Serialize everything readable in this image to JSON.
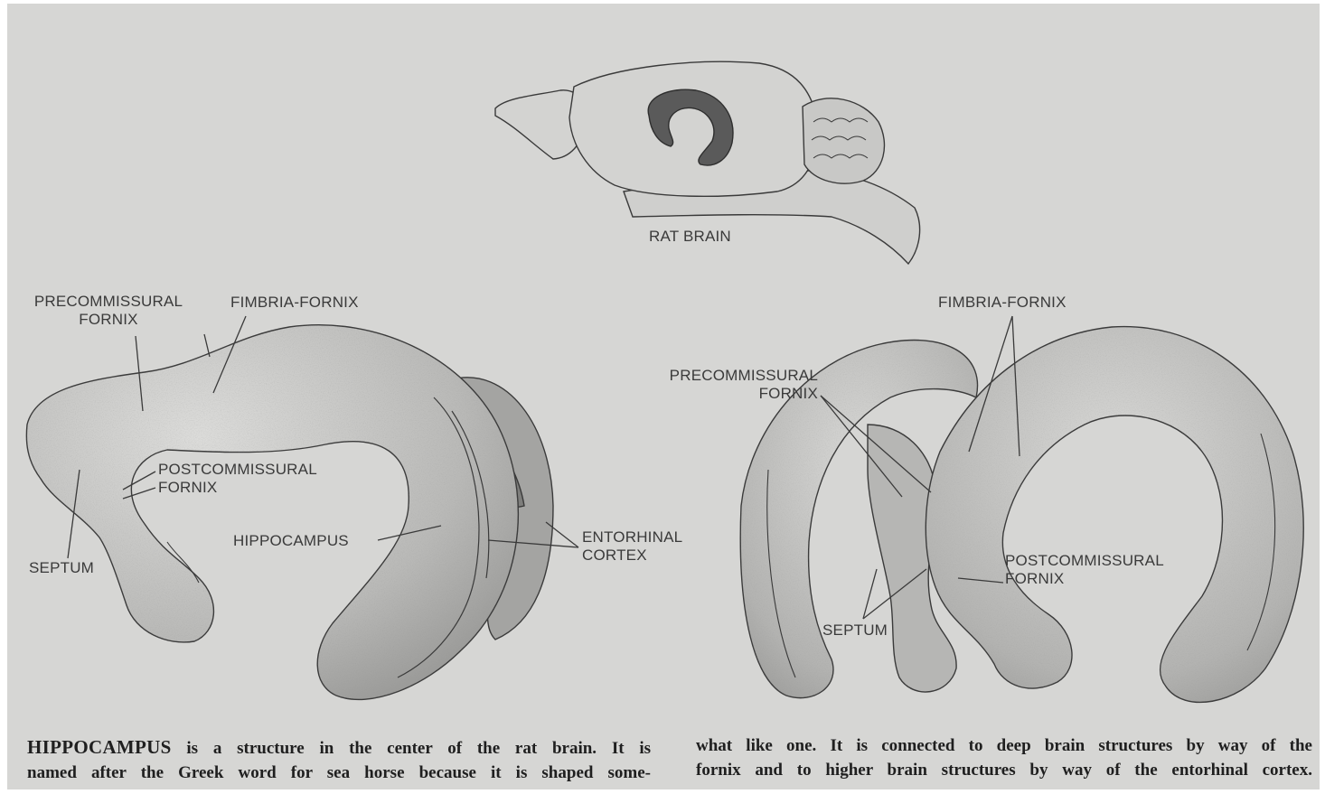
{
  "colors": {
    "paper": "#d6d6d4",
    "ink": "#3a3a3a",
    "shading": "#6d6d6d",
    "hippocampus_fill": "#5a5a5a"
  },
  "labels": {
    "rat_brain": "RAT BRAIN",
    "left": {
      "precommissural_line1": "PRECOMMISSURAL",
      "precommissural_line2": "FORNIX",
      "fimbria_fornix": "FIMBRIA-FORNIX",
      "postcommissural_line1": "POSTCOMMISSURAL",
      "postcommissural_line2": "FORNIX",
      "hippocampus": "HIPPOCAMPUS",
      "entorhinal_line1": "ENTORHINAL",
      "entorhinal_line2": "CORTEX",
      "septum": "SEPTUM"
    },
    "right": {
      "fimbria_fornix": "FIMBRIA-FORNIX",
      "precommissural_line1": "PRECOMMISSURAL",
      "precommissural_line2": "FORNIX",
      "postcommissural_line1": "POSTCOMMISSURAL",
      "postcommissural_line2": "FORNIX",
      "septum": "SEPTUM"
    }
  },
  "caption": {
    "lead": "HIPPOCAMPUS",
    "col1_line1_rest": " is a structure in the center of the rat brain. It is",
    "col1_line2": "named after the Greek word for sea horse because it is shaped some-",
    "col2_line1": "what like one. It is connected to deep brain structures by way of the",
    "col2_line2": "fornix and to higher brain structures by way of the entorhinal cortex."
  }
}
